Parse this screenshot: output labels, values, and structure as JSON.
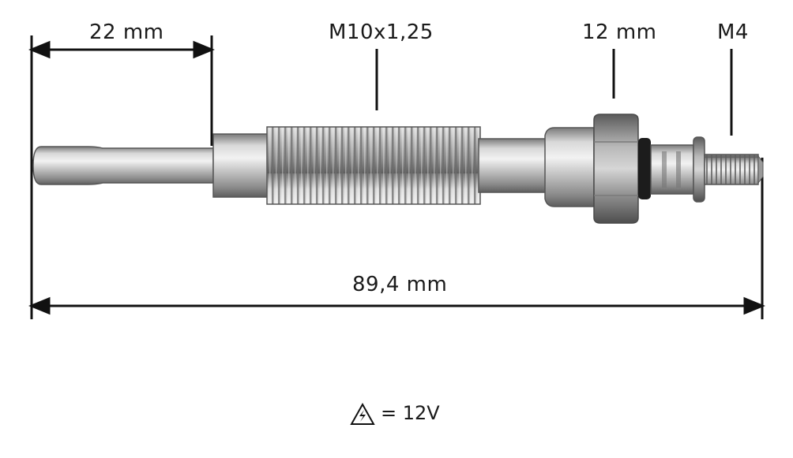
{
  "dimensions": {
    "tip_length": "22 mm",
    "thread": "M10x1,25",
    "hex_size": "12 mm",
    "terminal_thread": "M4",
    "total_length": "89,4 mm"
  },
  "voltage": {
    "symbol": "warning-high-voltage-icon",
    "text": "= 12V"
  },
  "colors": {
    "line": "#111111",
    "metal_light": "#e4e4e4",
    "metal_mid": "#a9a9a9",
    "metal_dark": "#6d6d6d"
  }
}
